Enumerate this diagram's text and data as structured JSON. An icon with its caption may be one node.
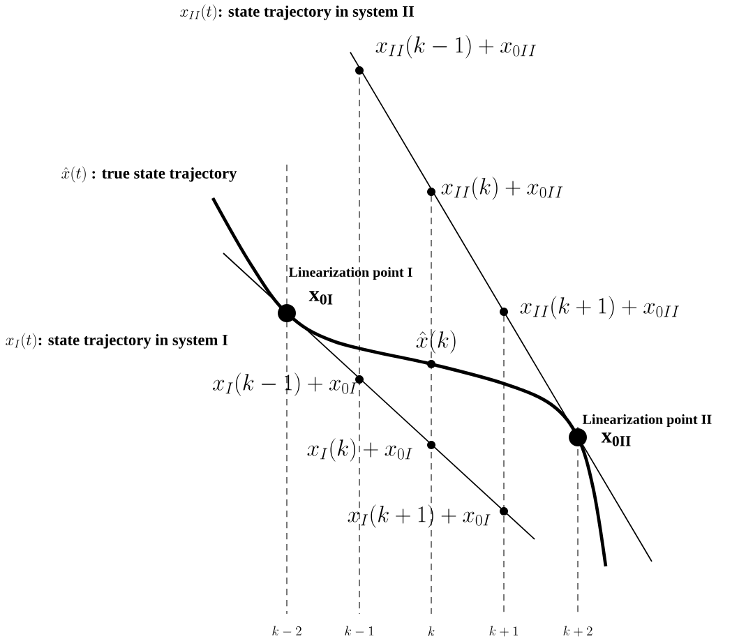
{
  "diagram": {
    "labels": [
      "x_{II}(t)\\textbf{: state trajectory in system II}",
      "x_{II}(k-1)+x_{0II}",
      "\\hat{x}(t)\\ \\textbf{: true state trajectory}",
      "x_{II}(k)+x_{0II}",
      "\\textbf{Linearization point I}",
      "\\mathbf{x}_{\\mathbf{0I}}",
      "x_{II}(k+1)+x_{0II}",
      "x_{I}(t)\\textbf{: state trajectory in system I}",
      "\\hat{x}(k)",
      "x_{I}(k-1)+x_{0I}",
      "\\textbf{Linearization point II}",
      "\\mathbf{x}_{\\mathbf{0II}}",
      "x_{I}(k)+x_{0I}",
      "x_{I}(k+1)+x_{0I}",
      "k-2",
      "k-1",
      "k",
      "k+1",
      "k+2"
    ]
  }
}
